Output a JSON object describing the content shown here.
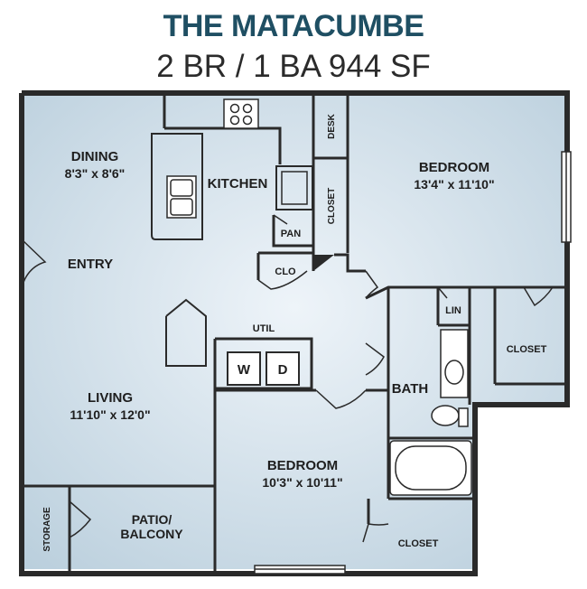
{
  "header": {
    "plan_name": "THE MATACUMBE",
    "plan_specs": "2 BR / 1 BA 944 SF"
  },
  "rooms": {
    "dining": {
      "name": "DINING",
      "size": "8'3\" x 8'6\""
    },
    "kitchen": {
      "name": "KITCHEN"
    },
    "bedroom1": {
      "name": "BEDROOM",
      "size": "13'4\" x 11'10\""
    },
    "entry": {
      "name": "ENTRY"
    },
    "living": {
      "name": "LIVING",
      "size": "11'10\" x 12'0\""
    },
    "bath": {
      "name": "BATH"
    },
    "bedroom2": {
      "name": "BEDROOM",
      "size": "10'3\" x 10'11\""
    },
    "patio_line1": "PATIO/",
    "patio_line2": "BALCONY"
  },
  "fixtures": {
    "desk": "DESK",
    "closet_vertical": "CLOSET",
    "pan": "PAN",
    "clo": "CLO",
    "util": "UTIL",
    "washer": "W",
    "dryer": "D",
    "lin": "LIN",
    "closet_bed1": "CLOSET",
    "closet_bed2": "CLOSET",
    "storage": "STORAGE"
  },
  "colors": {
    "floor_light": "#eaf2f7",
    "floor_dark": "#b7ccdb",
    "wall": "#2a2a2a",
    "title": "#1f4f63"
  }
}
